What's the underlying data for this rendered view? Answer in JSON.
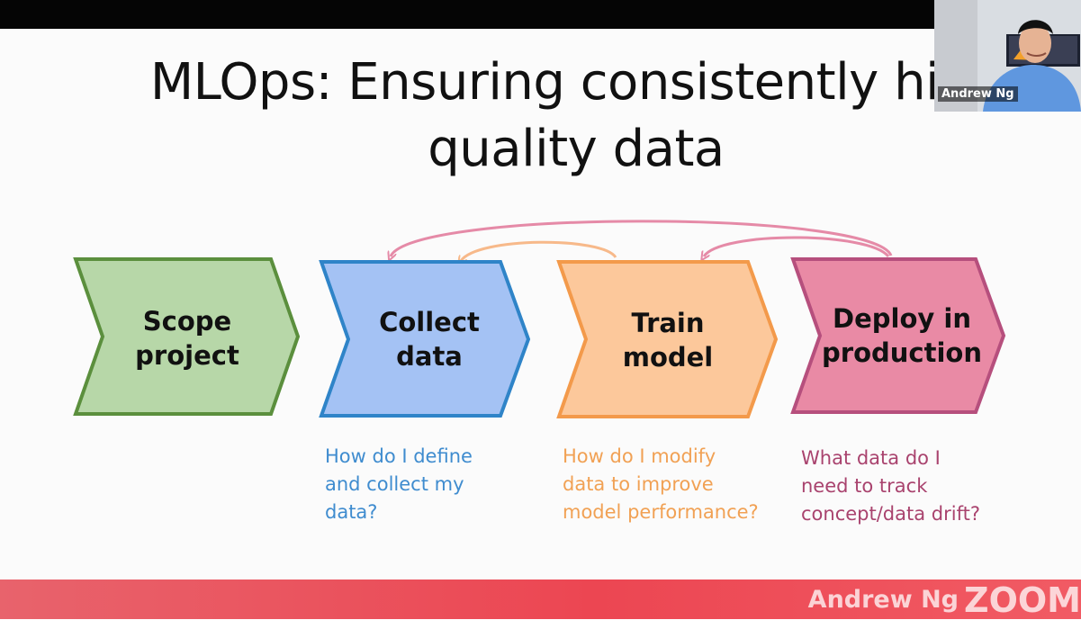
{
  "slide": {
    "title": "MLOps: Ensuring consistently high\nquality data"
  },
  "stages": [
    {
      "label": "Scope\nproject",
      "fill": "#b7d7a8",
      "stroke": "#5b8f3d"
    },
    {
      "label": "Collect\ndata",
      "fill": "#a4c2f4",
      "stroke": "#2f84c8"
    },
    {
      "label": "Train\nmodel",
      "fill": "#fcc89b",
      "stroke": "#f39a4b"
    },
    {
      "label": "Deploy in\nproduction",
      "fill": "#e98aa5",
      "stroke": "#b64f7d"
    }
  ],
  "questions": [
    {
      "text": "How do I define\nand collect my\ndata?",
      "color": "#3f8ccf"
    },
    {
      "text": "How do I modify\ndata to improve\nmodel performance?",
      "color": "#f1a154"
    },
    {
      "text": "What data do I\nneed to track\nconcept/data drift?",
      "color": "#a9436e"
    }
  ],
  "arrows": [
    {
      "from": "Deploy in\nproduction",
      "to": "Collect\ndata",
      "color": "#e58aa7"
    },
    {
      "from": "Train\nmodel",
      "to": "Collect\ndata",
      "color": "#f7b98a"
    },
    {
      "from": "Deploy in\nproduction",
      "to": "Train\nmodel",
      "color": "#e58aa7"
    }
  ],
  "webcam": {
    "name": "Andrew Ng"
  },
  "bottom_bar": {
    "name": "Andrew Ng",
    "app": "ZOOM"
  }
}
